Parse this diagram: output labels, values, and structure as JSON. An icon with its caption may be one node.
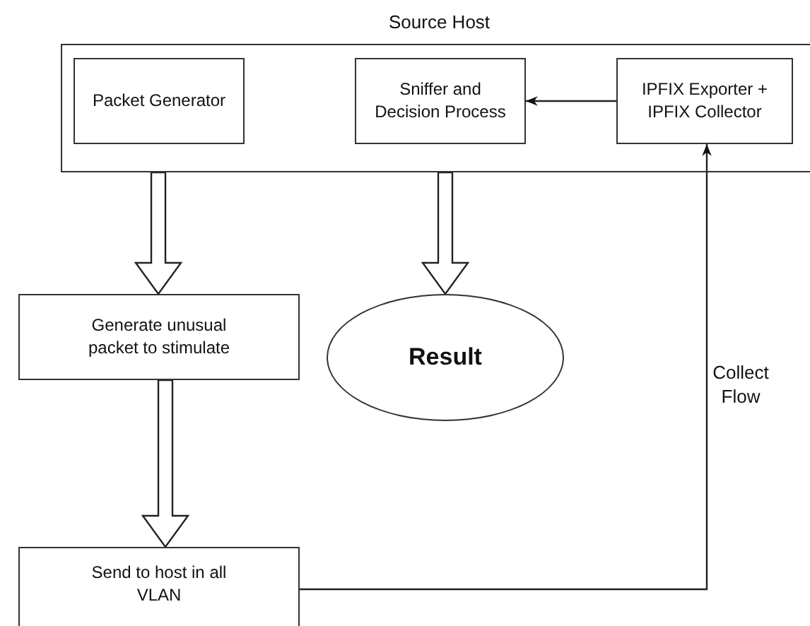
{
  "diagram": {
    "nodes": [
      {
        "text": [
          "Source Host"
        ]
      },
      {
        "text": [
          "Packet Generator"
        ],
        "in": 0
      },
      {
        "text": [
          "Sniffer and Decision Process"
        ],
        "in": 0
      },
      {
        "text": [
          "IPFIX Exporter + IPFIX Collector"
        ],
        "in": 0
      },
      {
        "text": [
          "Generate unusual packet to stimulate"
        ]
      },
      {
        "text": [
          "Result"
        ]
      },
      {
        "text": [
          "Send to host in all VLAN"
        ]
      }
    ],
    "edges": [
      {
        "from": 3,
        "to": 2,
        "arrow": "to"
      },
      {
        "from": 1,
        "to": 4,
        "arrow": "to",
        "style": "thick"
      },
      {
        "from": 2,
        "to": 5,
        "arrow": "to",
        "style": "thick"
      },
      {
        "from": 4,
        "to": 6,
        "arrow": "to",
        "style": "thick"
      },
      {
        "from": 6,
        "to": 3,
        "arrow": "to",
        "label": "Collect Flow"
      }
    ]
  }
}
